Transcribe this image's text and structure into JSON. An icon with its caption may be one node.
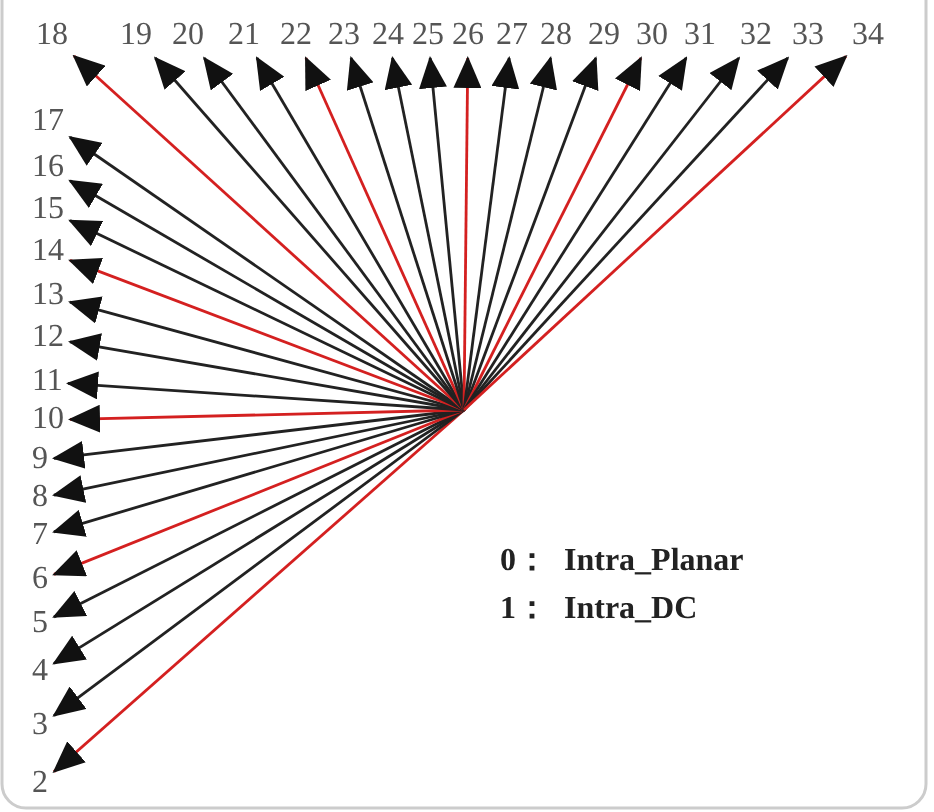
{
  "diagram": {
    "nodes": [
      {
        "text": [
          "2"
        ]
      },
      {
        "text": [
          "3"
        ]
      },
      {
        "text": [
          "4"
        ]
      },
      {
        "text": [
          "5"
        ]
      },
      {
        "text": [
          "6"
        ]
      },
      {
        "text": [
          "7"
        ]
      },
      {
        "text": [
          "8"
        ]
      },
      {
        "text": [
          "9"
        ]
      },
      {
        "text": [
          "10"
        ]
      },
      {
        "text": [
          "11"
        ]
      },
      {
        "text": [
          "12"
        ]
      },
      {
        "text": [
          "13"
        ]
      },
      {
        "text": [
          "14"
        ]
      },
      {
        "text": [
          "15"
        ]
      },
      {
        "text": [
          "16"
        ]
      },
      {
        "text": [
          "17"
        ]
      },
      {
        "text": [
          "18"
        ]
      },
      {
        "text": [
          "19"
        ]
      },
      {
        "text": [
          "20"
        ]
      },
      {
        "text": [
          "21"
        ]
      },
      {
        "text": [
          "22"
        ]
      },
      {
        "text": [
          "23"
        ]
      },
      {
        "text": [
          "24"
        ]
      },
      {
        "text": [
          "25"
        ]
      },
      {
        "text": [
          "26"
        ]
      },
      {
        "text": [
          "27"
        ]
      },
      {
        "text": [
          "28"
        ]
      },
      {
        "text": [
          "29"
        ]
      },
      {
        "text": [
          "30"
        ]
      },
      {
        "text": [
          "31"
        ]
      },
      {
        "text": [
          "32"
        ]
      },
      {
        "text": [
          "33"
        ]
      },
      {
        "text": [
          "34"
        ]
      }
    ],
    "edges": [
      {
        "from": null,
        "to": 0,
        "arrow": "to",
        "color": "#d42020"
      },
      {
        "from": null,
        "to": 1,
        "arrow": "to"
      },
      {
        "from": null,
        "to": 2,
        "arrow": "to"
      },
      {
        "from": null,
        "to": 3,
        "arrow": "to"
      },
      {
        "from": null,
        "to": 4,
        "arrow": "to",
        "color": "#d42020"
      },
      {
        "from": null,
        "to": 5,
        "arrow": "to"
      },
      {
        "from": null,
        "to": 6,
        "arrow": "to"
      },
      {
        "from": null,
        "to": 7,
        "arrow": "to"
      },
      {
        "from": null,
        "to": 8,
        "arrow": "to",
        "color": "#d42020"
      },
      {
        "from": null,
        "to": 9,
        "arrow": "to"
      },
      {
        "from": null,
        "to": 10,
        "arrow": "to"
      },
      {
        "from": null,
        "to": 11,
        "arrow": "to"
      },
      {
        "from": null,
        "to": 12,
        "arrow": "to",
        "color": "#d42020"
      },
      {
        "from": null,
        "to": 13,
        "arrow": "to"
      },
      {
        "from": null,
        "to": 14,
        "arrow": "to"
      },
      {
        "from": null,
        "to": 15,
        "arrow": "to"
      },
      {
        "from": null,
        "to": 16,
        "arrow": "to",
        "color": "#d42020"
      },
      {
        "from": null,
        "to": 17,
        "arrow": "to"
      },
      {
        "from": null,
        "to": 18,
        "arrow": "to"
      },
      {
        "from": null,
        "to": 19,
        "arrow": "to"
      },
      {
        "from": null,
        "to": 20,
        "arrow": "to",
        "color": "#d42020"
      },
      {
        "from": null,
        "to": 21,
        "arrow": "to"
      },
      {
        "from": null,
        "to": 22,
        "arrow": "to"
      },
      {
        "from": null,
        "to": 23,
        "arrow": "to"
      },
      {
        "from": null,
        "to": 24,
        "arrow": "to",
        "color": "#d42020"
      },
      {
        "from": null,
        "to": 25,
        "arrow": "to"
      },
      {
        "from": null,
        "to": 26,
        "arrow": "to"
      },
      {
        "from": null,
        "to": 27,
        "arrow": "to"
      },
      {
        "from": null,
        "to": 28,
        "arrow": "to",
        "color": "#d42020"
      },
      {
        "from": null,
        "to": 29,
        "arrow": "to"
      },
      {
        "from": null,
        "to": 30,
        "arrow": "to"
      },
      {
        "from": null,
        "to": 31,
        "arrow": "to"
      },
      {
        "from": null,
        "to": 32,
        "arrow": "to",
        "color": "#d42020"
      }
    ],
    "labels": [
      "0：  Intra_Planar",
      "1：  Intra_DC"
    ]
  }
}
